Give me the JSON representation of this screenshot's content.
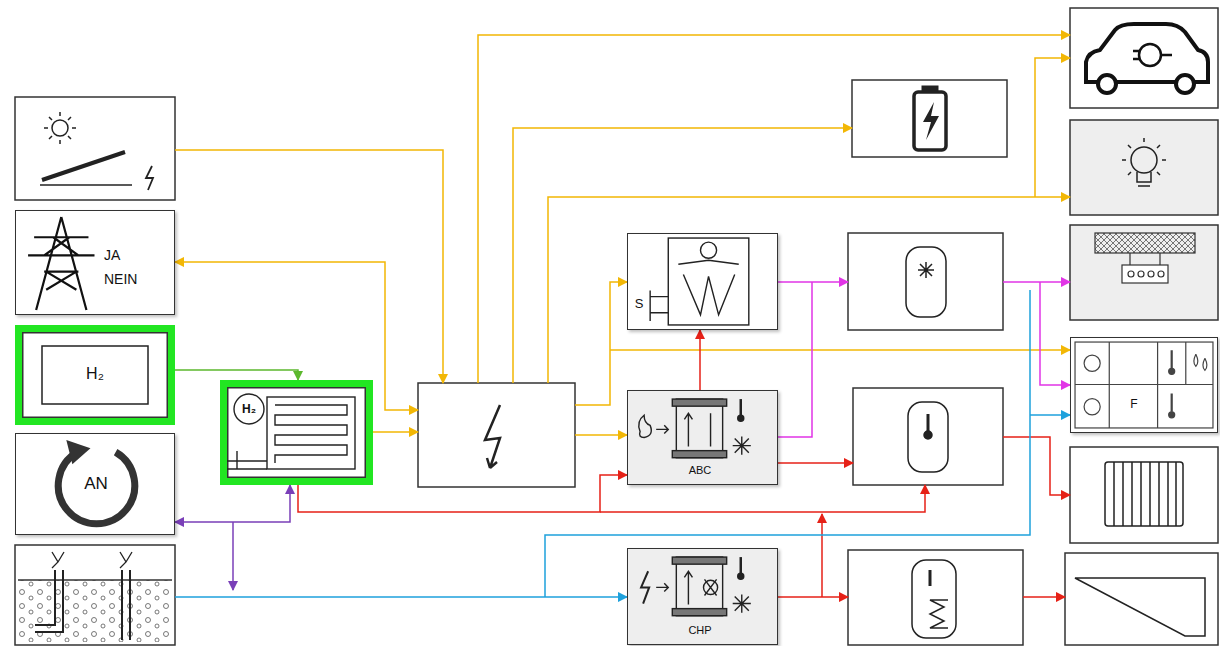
{
  "diagram": {
    "nodes": [
      {
        "text": [
          "JA NEIN"
        ]
      },
      {
        "text": [
          "H₂"
        ]
      },
      {
        "text": [
          "AN"
        ]
      },
      {
        "text": [
          "H₂"
        ]
      },
      {
        "text": [
          "S"
        ]
      },
      {
        "text": [
          "ABC"
        ]
      },
      {
        "text": [
          "CHP"
        ]
      },
      {
        "text": [
          "F"
        ]
      }
    ],
    "edges": [
      {
        "from": 1,
        "to": 3,
        "arrow": "to"
      },
      {
        "from": 3,
        "to": 5,
        "arrow": "to"
      },
      {
        "from": 5,
        "to": 4,
        "arrow": "to"
      },
      {
        "from": 3,
        "to": 2,
        "arrow": "both"
      }
    ]
  }
}
